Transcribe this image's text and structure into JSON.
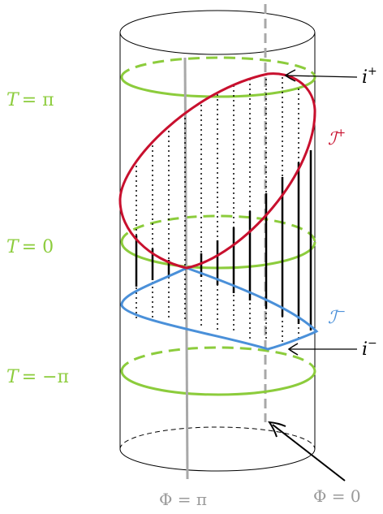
{
  "labels": {
    "t_top_var": "T",
    "t_top_val": "= π",
    "t_mid_var": "T",
    "t_mid_val": "= 0",
    "t_bot_var": "T",
    "t_bot_val": "= −π",
    "i_plus_base": "i",
    "i_plus_sup": "+",
    "i_minus_base": "i",
    "i_minus_sup": "−",
    "scri_plus_base": "ℐ",
    "scri_plus_sup": "+",
    "scri_minus_base": "ℐ",
    "scri_minus_sup": "−",
    "phi_pi": "Φ = π",
    "phi_zero": "Φ = 0"
  },
  "colors": {
    "slice_green": "#8ccc3c",
    "scri_plus_red": "#c8102e",
    "scri_minus_blue": "#4a90d9",
    "axis_gray": "#a8a8a8",
    "label_gray": "#9a9a9a",
    "outline": "#000000"
  }
}
